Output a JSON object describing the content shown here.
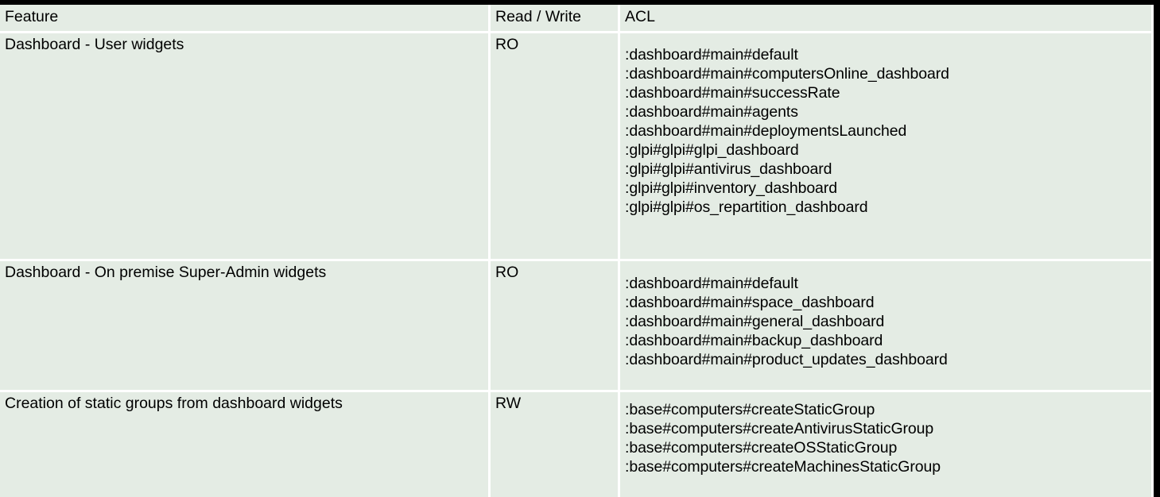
{
  "table": {
    "columns": [
      {
        "key": "feature",
        "label": "Feature"
      },
      {
        "key": "read_write",
        "label": "Read / Write"
      },
      {
        "key": "acl",
        "label": "ACL"
      }
    ],
    "rows": [
      {
        "feature": "Dashboard - User widgets",
        "read_write": "RO",
        "acl": [
          ":dashboard#main#default",
          ":dashboard#main#computersOnline_dashboard",
          ":dashboard#main#successRate",
          ":dashboard#main#agents",
          ":dashboard#main#deploymentsLaunched",
          ":glpi#glpi#glpi_dashboard",
          ":glpi#glpi#antivirus_dashboard",
          ":glpi#glpi#inventory_dashboard",
          ":glpi#glpi#os_repartition_dashboard"
        ]
      },
      {
        "feature": "Dashboard - On premise Super-Admin widgets",
        "read_write": "RO",
        "acl": [
          ":dashboard#main#default",
          ":dashboard#main#space_dashboard",
          ":dashboard#main#general_dashboard",
          ":dashboard#main#backup_dashboard",
          ":dashboard#main#product_updates_dashboard"
        ]
      },
      {
        "feature": "Creation of static groups from dashboard widgets",
        "read_write": "RW",
        "acl": [
          ":base#computers#createStaticGroup",
          ":base#computers#createAntivirusStaticGroup",
          ":base#computers#createOSStaticGroup",
          ":base#computers#createMachinesStaticGroup"
        ]
      }
    ]
  },
  "colors": {
    "cell_background": "#e4ece4",
    "grid_line": "#ffffff",
    "frame": "#000000",
    "text": "#000000"
  }
}
